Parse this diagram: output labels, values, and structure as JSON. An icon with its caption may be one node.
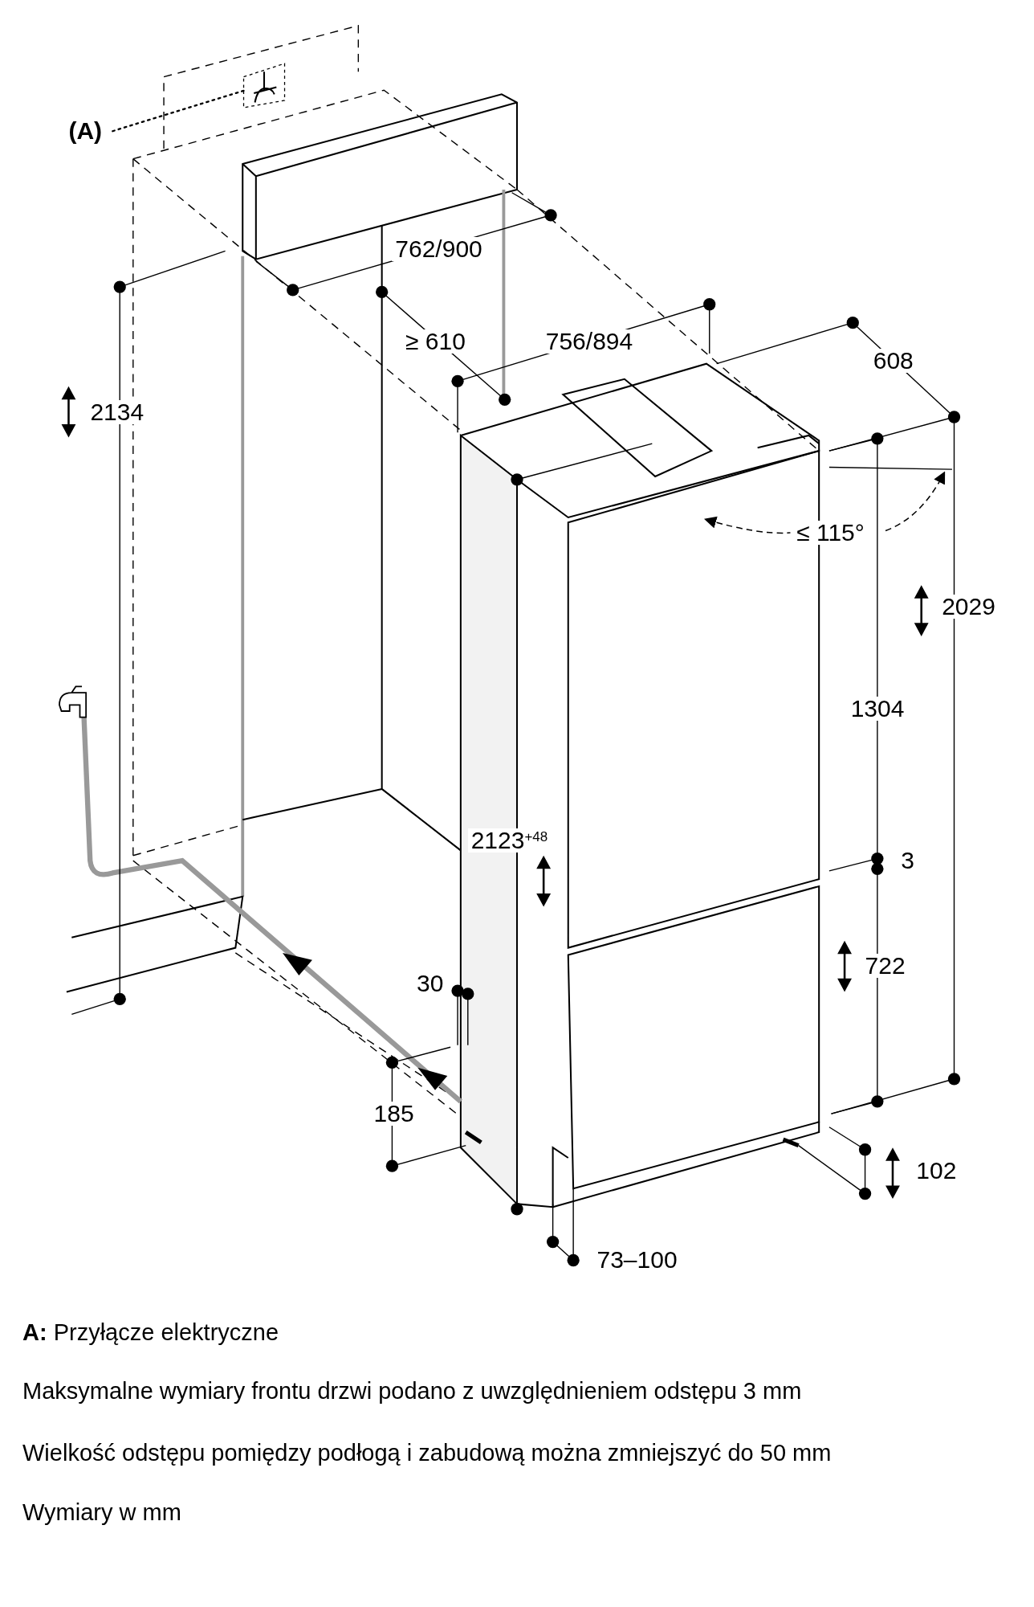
{
  "diagram": {
    "nodes": [
      {
        "text": [
          "(A)"
        ]
      },
      {
        "text": [],
        "shape": "picture"
      }
    ],
    "edges": [
      {
        "from": 0,
        "to": 1,
        "arrow": "none",
        "style": "dashed"
      }
    ],
    "labels": [
      "2134",
      "762/900",
      "≥ 610",
      "756/894",
      "608",
      "≤ 115°",
      "2029",
      "1304",
      "2123$^{+48}$",
      "3",
      "722",
      "30",
      "185",
      "102",
      "73–100",
      "**A:** Przyłącze elektryczne",
      "Maksymalne wymiary frontu drzwi podano z uwzględnieniem odstępu 3 mm",
      "Wielkość odstępu pomiędzy podłogą i zabudową można zmniejszyć do 50 mm",
      "Wymiary w mm"
    ]
  }
}
